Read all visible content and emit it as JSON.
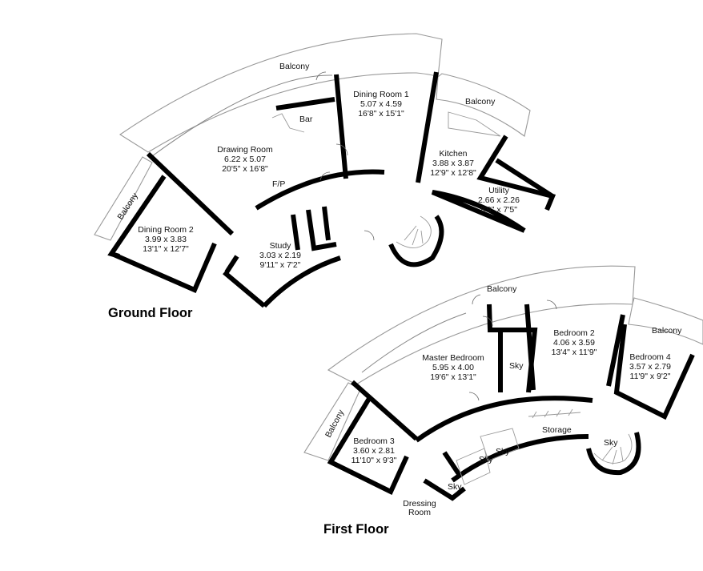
{
  "headings": {
    "ground": "Ground Floor",
    "first": "First Floor"
  },
  "ground_floor": {
    "balcony_top": "Balcony",
    "balcony_right": "Balcony",
    "balcony_left": "Balcony",
    "bar": "Bar",
    "fireplace": "F/P",
    "rooms": [
      {
        "name": "Dining Room 1",
        "metric": "5.07 x 4.59",
        "imperial": "16'8\" x 15'1\""
      },
      {
        "name": "Drawing Room",
        "metric": "6.22 x 5.07",
        "imperial": "20'5\" x 16'8\""
      },
      {
        "name": "Kitchen",
        "metric": "3.88 x 3.87",
        "imperial": "12'9\" x 12'8\""
      },
      {
        "name": "Utility",
        "metric": "2.66 x 2.26",
        "imperial": "8'9\" x 7'5\""
      },
      {
        "name": "Dining Room 2",
        "metric": "3.99 x 3.83",
        "imperial": "13'1\" x 12'7\""
      },
      {
        "name": "Study",
        "metric": "3.03 x 2.19",
        "imperial": "9'11\" x 7'2\""
      }
    ]
  },
  "first_floor": {
    "balcony_top": "Balcony",
    "balcony_right": "Balcony",
    "balcony_left": "Balcony",
    "storage": "Storage",
    "dressing_line1": "Dressing",
    "dressing_line2": "Room",
    "sky": "Sky",
    "rooms": [
      {
        "name": "Master Bedroom",
        "metric": "5.95 x 4.00",
        "imperial": "19'6\" x 13'1\""
      },
      {
        "name": "Bedroom 2",
        "metric": "4.06 x 3.59",
        "imperial": "13'4\" x 11'9\""
      },
      {
        "name": "Bedroom 4",
        "metric": "3.57 x 2.79",
        "imperial": "11'9\" x 9'2\""
      },
      {
        "name": "Bedroom 3",
        "metric": "3.60 x 2.81",
        "imperial": "11'10\" x 9'3\""
      }
    ]
  }
}
